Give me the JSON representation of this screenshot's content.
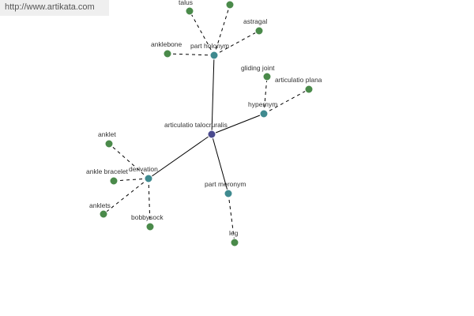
{
  "banner": {
    "url_text": "http://www.artikata.com"
  },
  "colors": {
    "background": "#ffffff",
    "center_node": "#4a4a8e",
    "relation_node": "#3f8a8f",
    "leaf_node": "#4a8a4a",
    "node_stroke": "#ffffff",
    "solid_edge": "#000000",
    "dashed_edge": "#000000"
  },
  "graph": {
    "center": {
      "id": "center",
      "label": "articulatio talocruralis"
    },
    "relations": [
      {
        "id": "holonym",
        "label": "part holonym"
      },
      {
        "id": "hypernym",
        "label": "hypernym"
      },
      {
        "id": "derivation",
        "label": "derivation"
      },
      {
        "id": "meronym",
        "label": "part meronym"
      }
    ],
    "leaves": [
      {
        "id": "talus",
        "label": "talus",
        "parent": "holonym"
      },
      {
        "id": "holo_top",
        "label": "",
        "parent": "holonym"
      },
      {
        "id": "astragal",
        "label": "astragal",
        "parent": "holonym"
      },
      {
        "id": "anklebone",
        "label": "anklebone",
        "parent": "holonym"
      },
      {
        "id": "gliding",
        "label": "gliding joint",
        "parent": "hypernym"
      },
      {
        "id": "plana",
        "label": "articulatio plana",
        "parent": "hypernym"
      },
      {
        "id": "anklet",
        "label": "anklet",
        "parent": "derivation"
      },
      {
        "id": "bracelet",
        "label": "ankle bracelet",
        "parent": "derivation"
      },
      {
        "id": "anklets",
        "label": "anklets",
        "parent": "derivation"
      },
      {
        "id": "bobbysock",
        "label": "bobbysock",
        "parent": "derivation"
      },
      {
        "id": "leg",
        "label": "leg",
        "parent": "meronym"
      }
    ]
  }
}
